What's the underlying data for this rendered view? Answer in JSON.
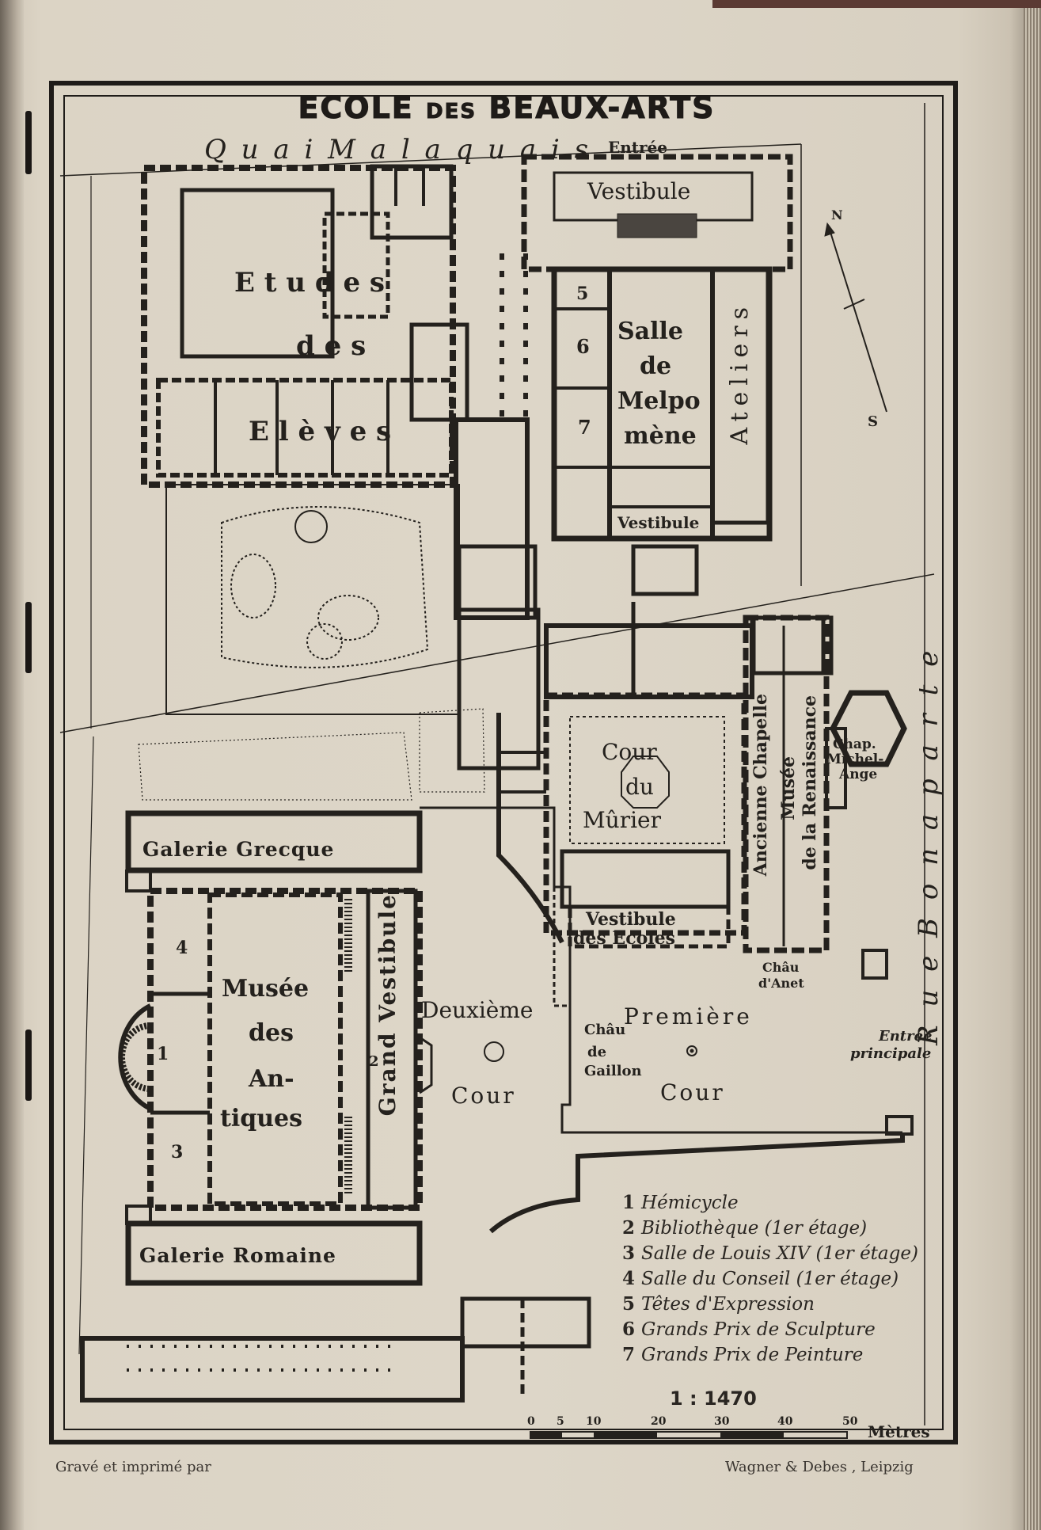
{
  "map": {
    "title_main": "ECOLE",
    "title_des": "DES",
    "title_rest": "BEAUX-ARTS",
    "streets": {
      "quai": "Q u a i     M a l a q u a i s",
      "rue": "R u e     B o n a p a r t e"
    },
    "labels": {
      "entree": "Entrée",
      "entree_principale_1": "Entrée",
      "entree_principale_2": "principale",
      "vestibule_top": "Vestibule",
      "etudes": "E t u d e s",
      "des": "d e s",
      "eleves": "E l è v e s",
      "salle_1": "Salle",
      "salle_2": "de",
      "salle_3": "Melpo",
      "salle_4": "mène",
      "ateliers": "Ateliers",
      "vestibule_mid": "Vestibule",
      "cour_murier_1": "Cour",
      "cour_murier_2": "du",
      "cour_murier_3": "Mûrier",
      "chapelle_1": "Ancienne Chapelle",
      "chapelle_2": "Musée",
      "chapelle_3": "de la Renaissance",
      "chap_ma_1": "Chap.",
      "chap_ma_2": "Michel-",
      "chap_ma_3": "Ange",
      "vestibule_ecoles_1": "Vestibule",
      "vestibule_ecoles_2": "des Ecoles",
      "chateau_anet_1": "Châu",
      "chateau_anet_2": "d'Anet",
      "galerie_grecque": "Galerie Grecque",
      "galerie_romaine": "Galerie Romaine",
      "musee_1": "Musée",
      "musee_2": "des",
      "musee_3": "An-",
      "musee_4": "tiques",
      "grand_vestibule": "Grand   Vestibule",
      "deuxieme": "Deuxième",
      "premiere": "Première",
      "cour_left": "Cour",
      "cour_right": "Cour",
      "gaillon_1": "Châu",
      "gaillon_2": "de",
      "gaillon_3": "Gaillon",
      "north": "N",
      "south": "S",
      "num_1": "1",
      "num_2": "2",
      "num_3": "3",
      "num_4": "4",
      "num_5": "5",
      "num_6": "6",
      "num_7": "7"
    },
    "legend": [
      {
        "n": "1",
        "text": "Hémicycle"
      },
      {
        "n": "2",
        "text": "Bibliothèque  (1er étage)"
      },
      {
        "n": "3",
        "text": "Salle de Louis XIV (1er étage)"
      },
      {
        "n": "4",
        "text": "Salle du Conseil  (1er étage)"
      },
      {
        "n": "5",
        "text": "Têtes d'Expression"
      },
      {
        "n": "6",
        "text": "Grands Prix de Sculpture"
      },
      {
        "n": "7",
        "text": "Grands Prix de Peinture"
      }
    ],
    "scale": {
      "ratio": "1 : 1470",
      "ticks": [
        "0",
        "5",
        "10",
        "20",
        "30",
        "40",
        "50"
      ],
      "unit": "Mètres"
    },
    "footer_left": "Gravé et imprimé par",
    "footer_right": "Wagner & Debes , Leipzig",
    "colors": {
      "paper": "#ddd6c8",
      "ink": "#24211d"
    }
  }
}
